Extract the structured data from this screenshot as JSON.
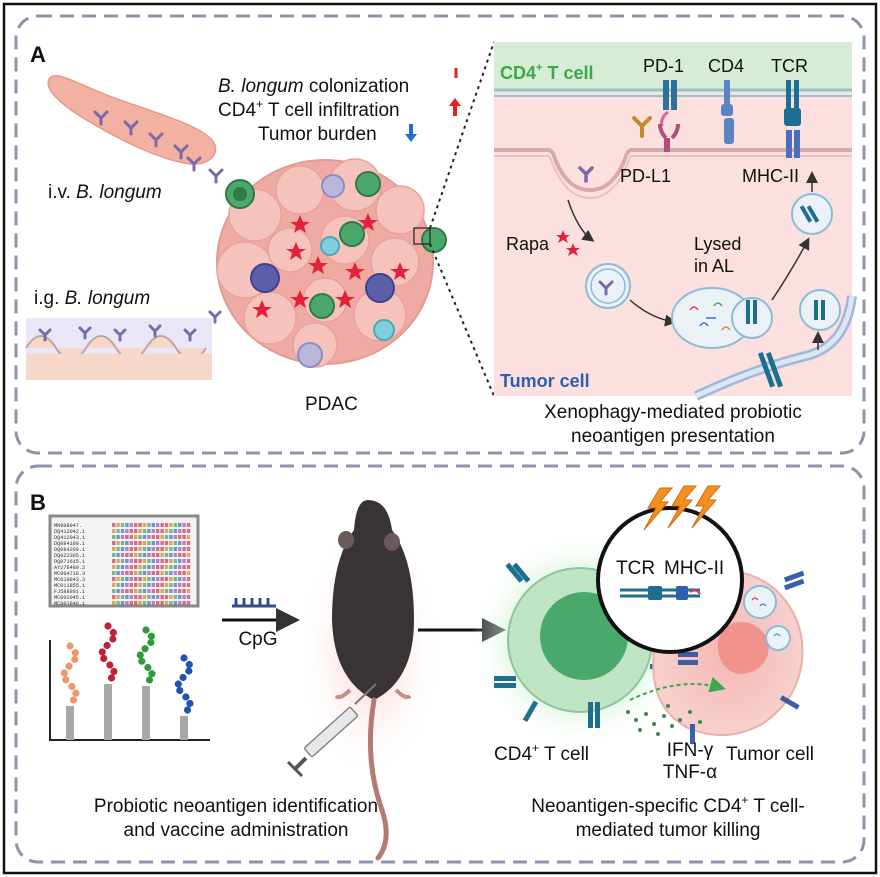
{
  "panel_a": {
    "letter": "A",
    "iv_prefix": "i.v. ",
    "iv_species": "B. longum",
    "ig_prefix": "i.g. ",
    "ig_species": "B. longum",
    "effects": {
      "line1_species": "B. longum",
      "line1_rest": " colonization",
      "line2_prefix": "CD4",
      "line2_sup": "+",
      "line2_rest": " T cell infiltration",
      "line3": "Tumor burden"
    },
    "pdac_label": "PDAC",
    "inset": {
      "tcell_prefix": "CD4",
      "tcell_sup": "+",
      "tcell_rest": " T cell",
      "pd1": "PD-1",
      "cd4": "CD4",
      "tcr": "TCR",
      "pdl1": "PD-L1",
      "mhc2": "MHC-II",
      "rapa": "Rapa",
      "lysed_1": "Lysed",
      "lysed_2": "in AL",
      "tumor_cell": "Tumor cell"
    },
    "caption_1": "Xenophagy-mediated probiotic",
    "caption_2": "neoantigen presentation"
  },
  "panel_b": {
    "letter": "B",
    "cpg": "CpG",
    "sequence_ids": [
      "MN908947.",
      "DQ412042.1",
      "DQ412043.1",
      "DQ084199.1",
      "DQ084200.1",
      "DQ022305.1",
      "DQ071615.1",
      "AY278489.2",
      "MC004718.3",
      "MC019843.3",
      "MC011855.1",
      "FJ588891.1",
      "MC002045.1",
      "MC001846.1"
    ],
    "tcr": "TCR",
    "mhc2": "MHC-II",
    "cd4_prefix": "CD4",
    "cd4_sup": "+",
    "cd4_rest": " T cell",
    "ifn": "IFN-γ",
    "tnf": "TNF-α",
    "tumor_cell": "Tumor cell",
    "caption_left_1": "Probiotic neoantigen identification",
    "caption_left_2": "and vaccine administration",
    "caption_right_1": "Neoantigen-specific CD4",
    "caption_right_sup": "+",
    "caption_right_2": " T cell-",
    "caption_right_3": "mediated tumor killing"
  },
  "colors": {
    "frame": "#111111",
    "dashed": "#8e93ad",
    "tcell_green": "#3aa948",
    "tumor_blue": "#2d5fb3",
    "arrow_up": "#e41f1f",
    "arrow_down": "#1f6fd0"
  }
}
